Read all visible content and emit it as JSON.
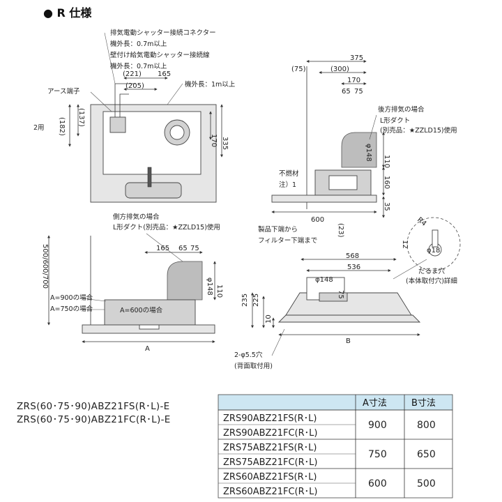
{
  "title": "● R 仕様",
  "top_view": {
    "callouts": [
      "排気電動シャッター接続コネクター",
      "機外長：0.7m以上",
      "壁付け給気電動シャッター接続線",
      "機外長：0.7m以上",
      "アース端子",
      "機外長：1m以上"
    ],
    "dims": [
      "(221)",
      "165",
      "(205)",
      "170",
      "(137)",
      "(182)",
      "335"
    ],
    "edge_label": "2用"
  },
  "side_view": {
    "dims": [
      "375",
      "(75)",
      "(300)",
      "170",
      "65",
      "75",
      "φ148",
      "110",
      "160",
      "35",
      "600",
      "(23)"
    ],
    "callouts": [
      "後方排気の場合",
      "L形ダクト",
      "(別売品：★ZZLD15)使用",
      "不燃材",
      "注）1",
      "製品下端から",
      "フィルター下端まで"
    ]
  },
  "front_view": {
    "callouts": [
      "側方排気の場合",
      "L形ダクト(別売品：★ZZLD15)使用",
      "A=900の場合",
      "A=750の場合",
      "A=600の場合"
    ],
    "dims": [
      "500/600/700",
      "165",
      "65",
      "75",
      "φ148",
      "110",
      "A"
    ]
  },
  "rear_view": {
    "dims": [
      "568",
      "536",
      "φ148",
      "75",
      "235",
      "225",
      "10",
      "B"
    ],
    "callouts": [
      "2-φ5.5穴",
      "(背面取付用)"
    ]
  },
  "hole_detail": {
    "dims": [
      "R4",
      "12",
      "φ18"
    ],
    "callouts": [
      "だるま穴",
      "(本体取付穴)詳細"
    ]
  },
  "model_lines": [
    "ZRS(60･75･90)ABZ21FS(R･L)-E",
    "ZRS(60･75･90)ABZ21FC(R･L)-E"
  ],
  "table": {
    "header_color": "#cde6f2",
    "headers": [
      "",
      "A寸法",
      "B寸法"
    ],
    "groups": [
      {
        "models": [
          "ZRS90ABZ21FS(R･L)",
          "ZRS90ABZ21FC(R･L)"
        ],
        "a": "900",
        "b": "800"
      },
      {
        "models": [
          "ZRS75ABZ21FS(R･L)",
          "ZRS75ABZ21FC(R･L)"
        ],
        "a": "750",
        "b": "650"
      },
      {
        "models": [
          "ZRS60ABZ21FS(R･L)",
          "ZRS60ABZ21FC(R･L)"
        ],
        "a": "600",
        "b": "500"
      }
    ]
  }
}
